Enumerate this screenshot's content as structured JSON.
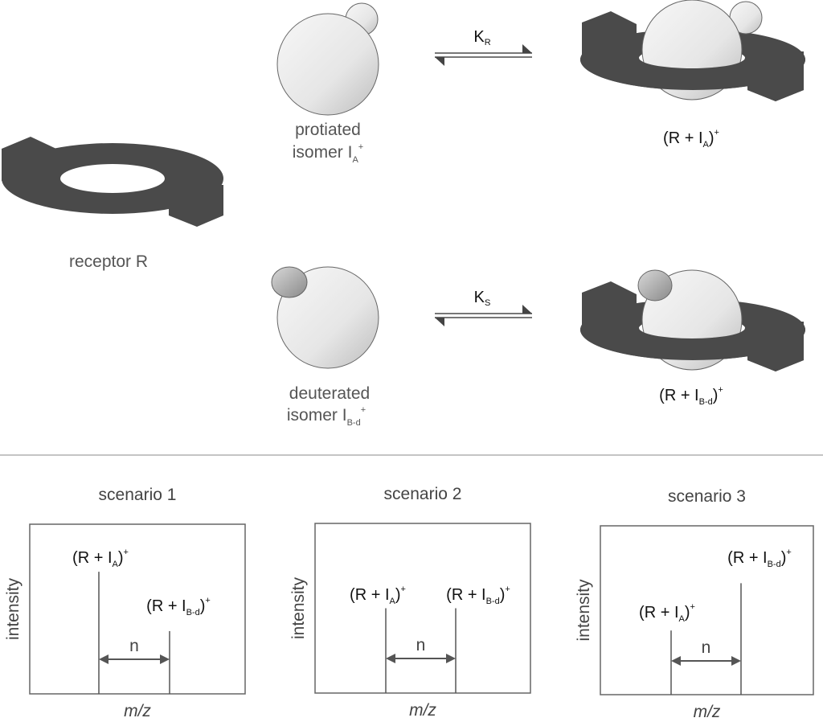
{
  "top": {
    "receptor_label": "receptor R",
    "protiated": {
      "line1": "protiated",
      "line2": "isomer I",
      "sub": "A",
      "sup": "+"
    },
    "deuterated": {
      "line1": "deuterated",
      "line2": "isomer I",
      "sub": "B-d",
      "sup": "+"
    },
    "k_r": {
      "main": "K",
      "sub": "R"
    },
    "k_s": {
      "main": "K",
      "sub": "S"
    },
    "complex_a": {
      "pre": "(R + I",
      "sub": "A",
      "post": ")",
      "sup": "+"
    },
    "complex_b": {
      "pre": "(R + I",
      "sub": "B-d",
      "post": ")",
      "sup": "+"
    }
  },
  "scenarios": [
    {
      "title": "scenario 1",
      "ylabel": "intensity",
      "xlabel": "m/z",
      "gap": "n",
      "peak_a_rel": 0.72,
      "peak_b_rel": 0.37
    },
    {
      "title": "scenario 2",
      "ylabel": "intensity",
      "xlabel": "m/z",
      "gap": "n",
      "peak_a_rel": 0.5,
      "peak_b_rel": 0.5
    },
    {
      "title": "scenario 3",
      "ylabel": "intensity",
      "xlabel": "m/z",
      "gap": "n",
      "peak_a_rel": 0.38,
      "peak_b_rel": 0.66
    }
  ],
  "peak_labels": {
    "a": {
      "pre": "(R + I",
      "sub": "A",
      "post": ")",
      "sup": "+"
    },
    "b": {
      "pre": "(R + I",
      "sub": "B-d",
      "post": ")",
      "sup": "+"
    }
  },
  "colors": {
    "ring": "#4a4a4a",
    "sphere_light": "#f2f2f2",
    "sphere_dark": "#c8c8c8",
    "outline": "#555555"
  }
}
